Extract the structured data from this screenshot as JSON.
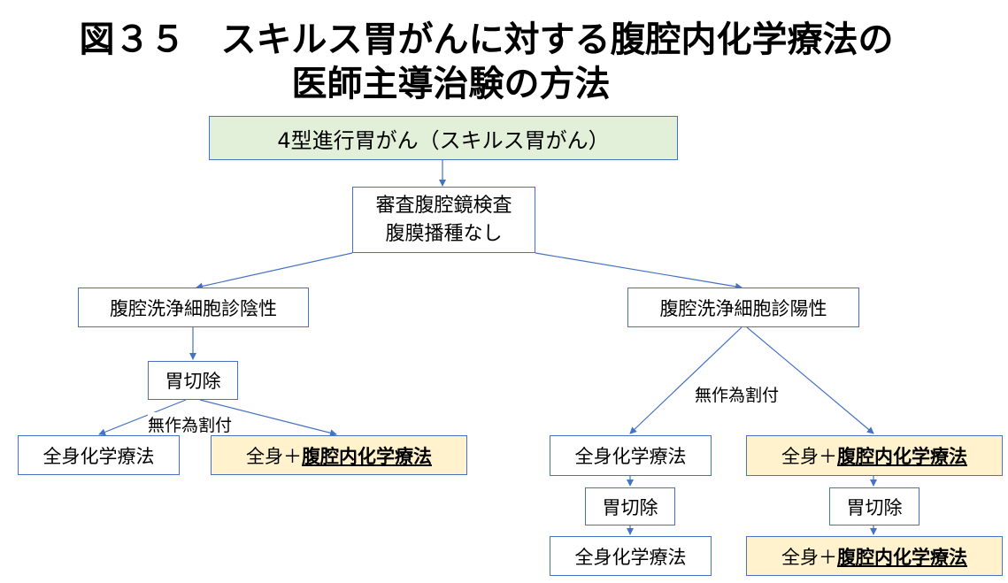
{
  "title": {
    "line1": "図３５　スキルス胃がんに対する腹腔内化学療法の",
    "line2": "医師主導治験の方法"
  },
  "nodes": {
    "root": "4型進行胃がん（スキルス胃がん）",
    "lap_line1": "審査腹腔鏡検査",
    "lap_line2": "腹膜播種なし",
    "neg": "腹腔洗浄細胞診陰性",
    "pos": "腹腔洗浄細胞診陽性",
    "left_surgery": "胃切除",
    "left_chemo": "全身化学療法",
    "left_ip_prefix": "全身＋",
    "left_ip_emph": "腹腔内化学療法",
    "right_chemo": "全身化学療法",
    "right_ip_prefix": "全身＋",
    "right_ip_emph": "腹腔内化学療法",
    "right_chemo_surgery": "胃切除",
    "right_ip_surgery": "胃切除",
    "right_chemo_final": "全身化学療法",
    "right_ip_final_prefix": "全身＋",
    "right_ip_final_emph": "腹腔内化学療法"
  },
  "labels": {
    "random_left": "無作為割付",
    "random_right": "無作為割付"
  },
  "colors": {
    "border": "#4472c4",
    "arrow": "#4472c4",
    "root_fill": "#e2efd9",
    "ip_fill": "#fff2cc"
  }
}
